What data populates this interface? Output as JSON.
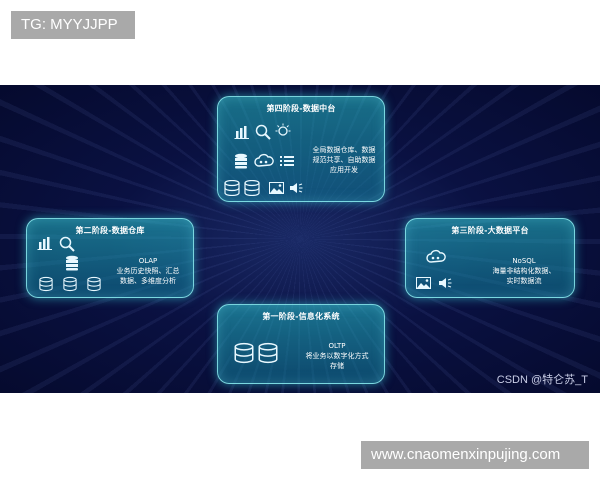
{
  "top_tag": "TG: MYYJJPP",
  "bottom_tag": "www.cnaomenxinpujing.com",
  "watermark": "CSDN @特仑苏_T",
  "stages": {
    "stage4": {
      "title": "第四阶段-数据中台",
      "lines": [
        "全局数据仓库、数据",
        "规范共享、自助数据",
        "应用开发"
      ]
    },
    "stage2": {
      "title": "第二阶段-数据仓库",
      "lines": [
        "OLAP",
        "业务历史快照、汇总",
        "数据、多维度分析"
      ]
    },
    "stage3": {
      "title": "第三阶段-大数据平台",
      "lines": [
        "NoSQL",
        "海量非结构化数据、",
        "实时数据流"
      ]
    },
    "stage1": {
      "title": "第一阶段-信息化系统",
      "lines": [
        "OLTP",
        "将业务以数字化方式",
        "存储"
      ]
    }
  },
  "colors": {
    "panel_bg": "#0a1142",
    "card_fill": "#1f9fb0",
    "card_border": "#8cebf0",
    "icon_color": "#e8f8ff"
  },
  "icons": [
    "bar-chart-icon",
    "search-chart-icon",
    "lightbulb-icon",
    "database-icon",
    "cloud-icon",
    "list-icon",
    "image-icon",
    "speaker-icon"
  ]
}
